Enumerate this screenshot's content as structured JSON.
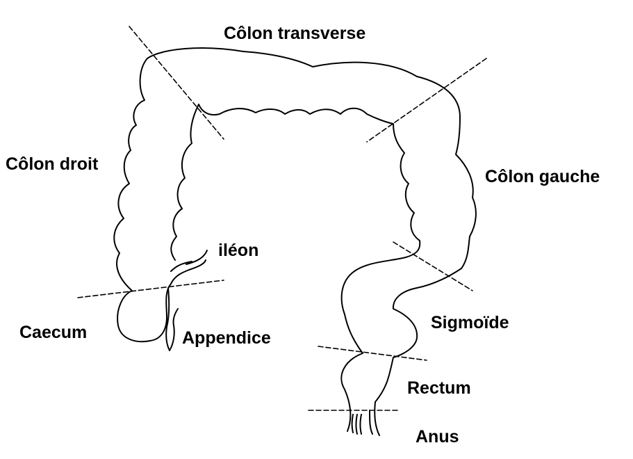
{
  "labels": {
    "colon_transverse": "Côlon transverse",
    "colon_droit": "Côlon droit",
    "colon_gauche": "Côlon gauche",
    "ileon": "iléon",
    "caecum": "Caecum",
    "appendice": "Appendice",
    "sigmoide": "Sigmoïde",
    "rectum": "Rectum",
    "anus": "Anus"
  },
  "colors": {
    "outline": "#000000",
    "background": "#ffffff"
  }
}
